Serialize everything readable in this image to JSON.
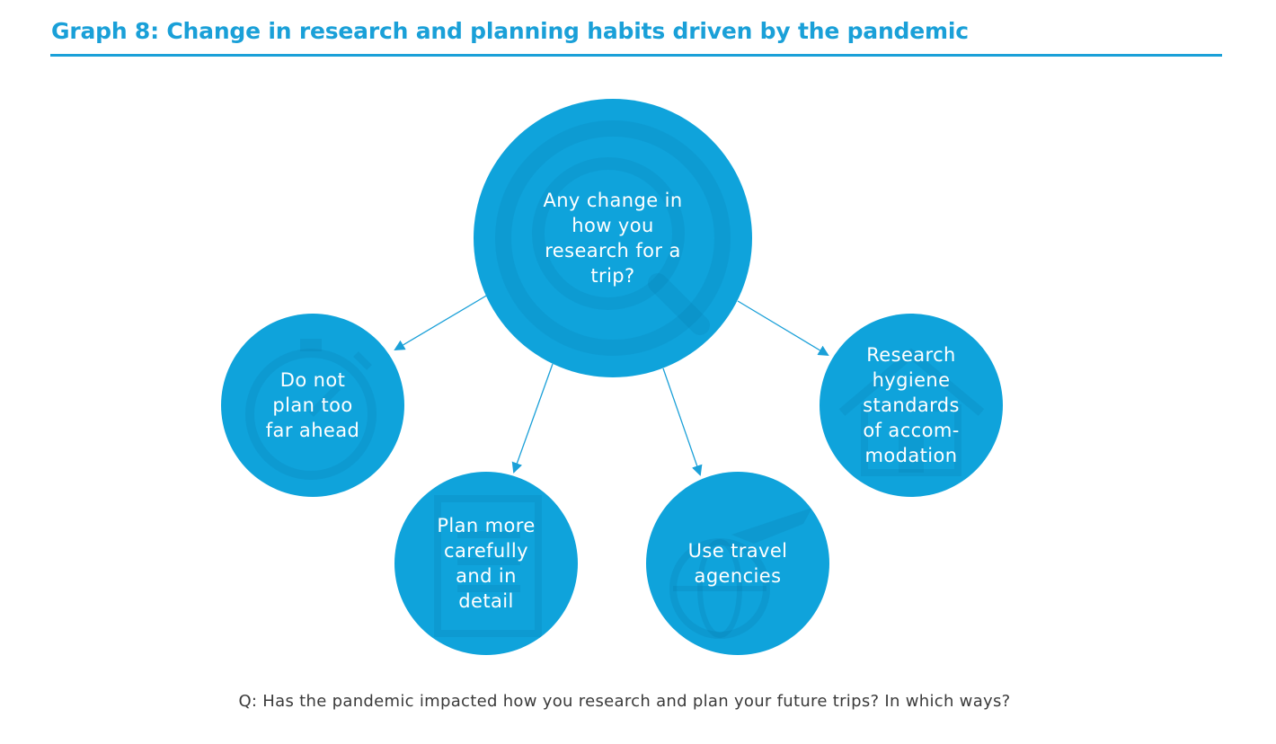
{
  "title": "Graph 8: Change in research and planning habits driven by the pandemic",
  "colors": {
    "title": "#1aa0d8",
    "node_fill": "#0fa3db",
    "arrow": "#1aa0d8",
    "node_text": "#ffffff"
  },
  "diagram": {
    "center": {
      "label": "Any change in\nhow you\nresearch for a\ntrip?",
      "icon": "magnifier-icon"
    },
    "nodes": [
      {
        "id": "plan-ahead",
        "label": "Do not\nplan too\nfar ahead",
        "icon": "stopwatch-icon"
      },
      {
        "id": "careful",
        "label": "Plan more\ncarefully\nand in\ndetail",
        "icon": "checklist-icon"
      },
      {
        "id": "agencies",
        "label": "Use travel\nagencies",
        "icon": "globe-plane-icon"
      },
      {
        "id": "hygiene",
        "label": "Research\nhygiene\nstandards\nof accom-\nmodation",
        "icon": "house-icon"
      }
    ]
  },
  "footnote": "Q: Has the pandemic impacted how you research and plan your future trips? In which ways?"
}
